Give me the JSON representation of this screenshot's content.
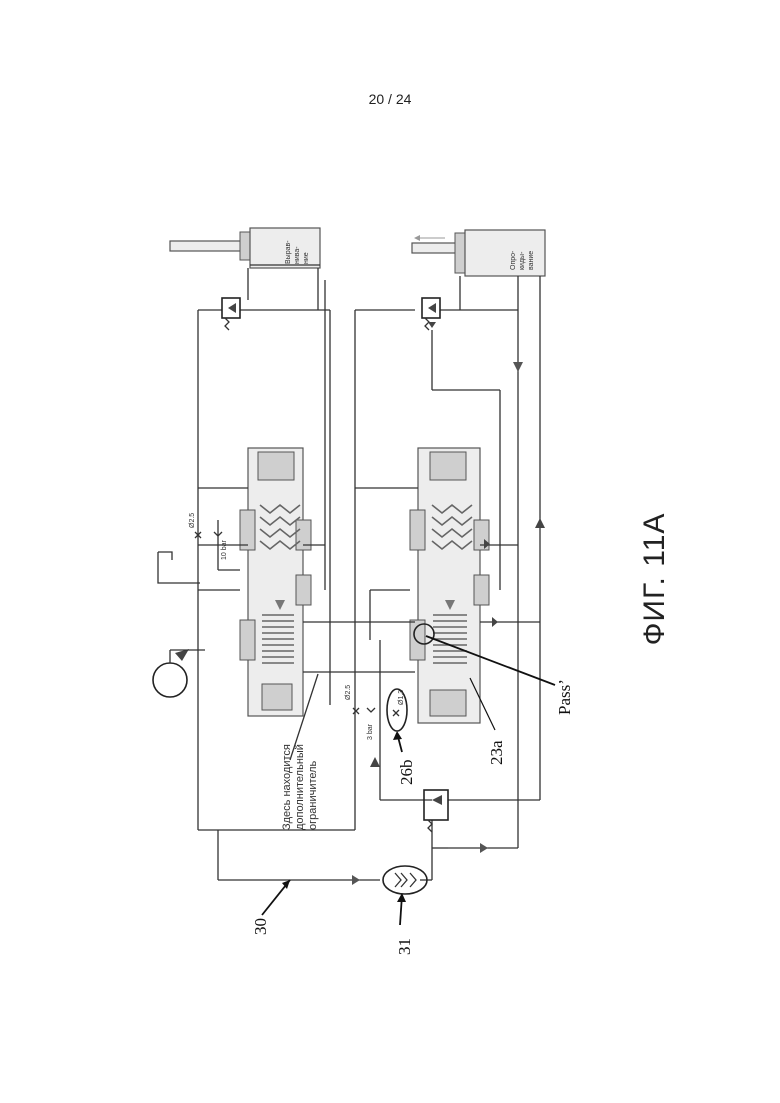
{
  "page_number": "20 / 24",
  "figure_caption": "ФИГ. 11А",
  "cylinders": {
    "top_label": [
      "Вырав-",
      "нива-",
      "ние"
    ],
    "bottom_label": [
      "Опро-",
      "киды-",
      "вание"
    ]
  },
  "restrictor_note": [
    "Здесь находится",
    "дополнительный",
    "ограничитель"
  ],
  "orifice_top": "Ø2.5",
  "relief_top": "10 bar",
  "orifice_mid": "Ø2.5",
  "relief_mid": "3 bar",
  "orifice_circled": "Ø1.3",
  "callouts": {
    "c30": "30",
    "c31": "31",
    "c26b": "26b",
    "c23a": "23a",
    "pass": "Pass’"
  }
}
